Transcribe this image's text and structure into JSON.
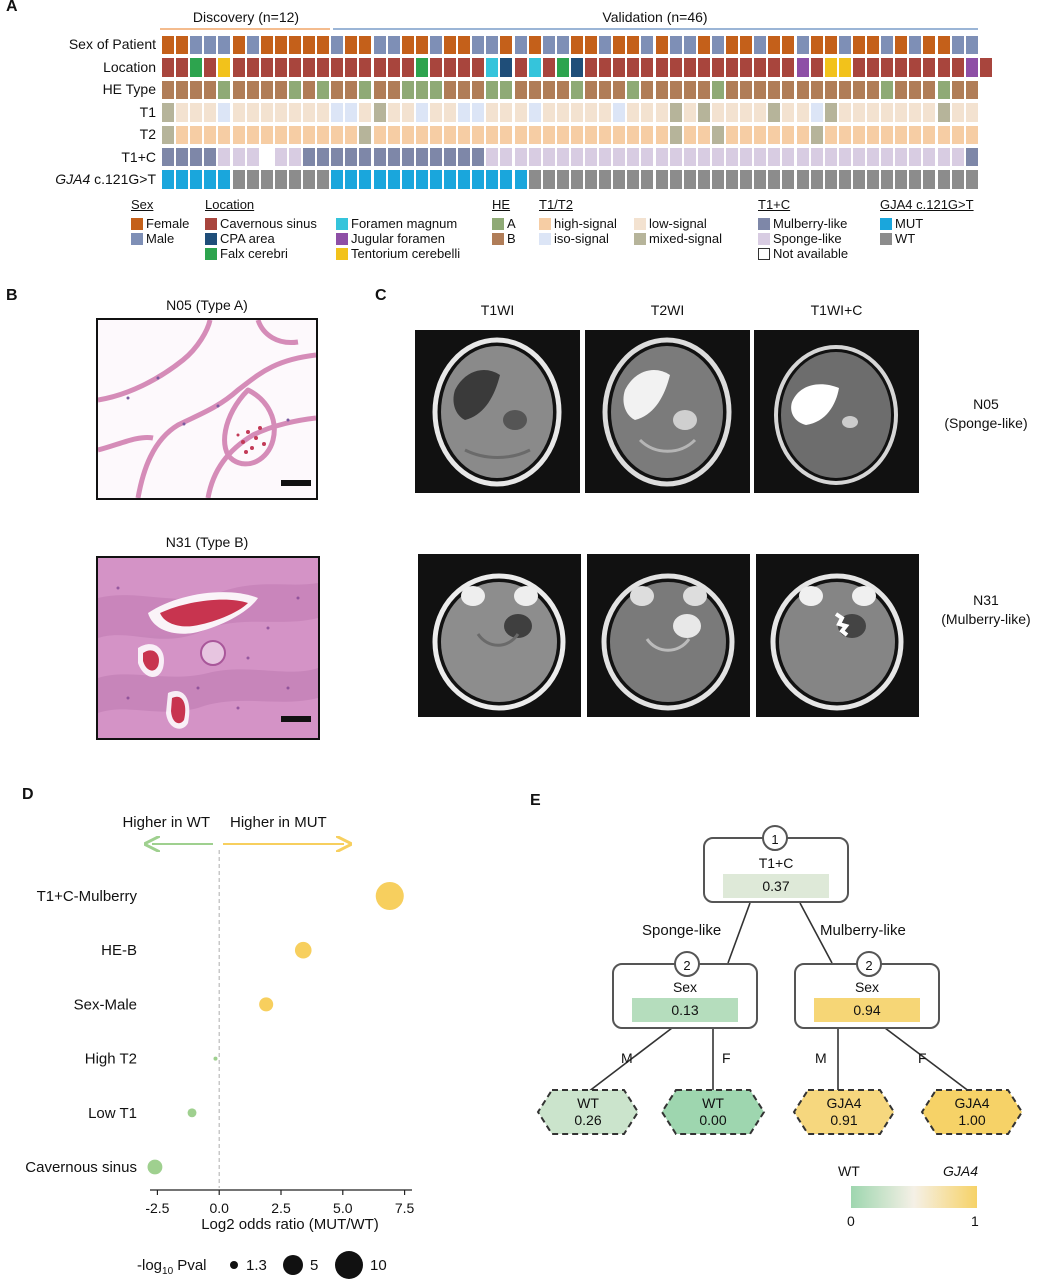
{
  "panelA": {
    "label": "A",
    "groups": [
      {
        "name": "Discovery (n=12)",
        "count": 12,
        "color": "#F4BC8E"
      },
      {
        "name": "Validation (n=46)",
        "count": 46,
        "color": "#9BB5D6"
      }
    ],
    "rows": [
      {
        "label": "Sex of Patient",
        "key": "sex"
      },
      {
        "label": "Location",
        "key": "location"
      },
      {
        "label": "HE Type",
        "key": "he"
      },
      {
        "label": "T1",
        "key": "t1"
      },
      {
        "label": "T2",
        "key": "t2"
      },
      {
        "label": "T1+C",
        "key": "t1c"
      },
      {
        "label_italic": "GJA4",
        "label_rest": " c.121G>T",
        "key": "gja4"
      }
    ],
    "colors": {
      "F": "#C4601A",
      "M": "#7E8FB6",
      "CS": "#A8453D",
      "CPA": "#1F4E79",
      "FC": "#2DA44E",
      "FM": "#35C4DB",
      "JF": "#8E4FA6",
      "TC": "#F2C21B",
      "A": "#8FAA76",
      "B": "#B07D58",
      "H": "#F6CDA4",
      "I": "#DCE5F6",
      "L": "#F3E2D0",
      "X": "#B6B49A",
      "ML": "#7E87A8",
      "SL": "#D8CCE2",
      "NA": "#FFFFFF",
      "MUT": "#1AA6DC",
      "WT": "#8C8C8C"
    },
    "matrix": {
      "sex": "FFMMMFMFFFFFMFFMMFFMFFMMFMFMMFFMFFMFMMFMFFMFFMFFMFFMFMFFMM",
      "location": "CCFCTCCCCCCCCCCCCCFCCCCOPCOCFPCCCCCCCCCCCCCCCJCTTCCCCCCCCJC",
      "he": "BBBBABBBBABABBABBAAABBBAABBBBABBBABBBBBABBBBBBBBBBBABBBABB",
      "t1": "XLLLILLLLLLLIILXLLILLIILLLILLLLLILLLXLXLLLLXLLIXLLLLLLLXLL",
      "t2": "XHHHHHHHHHHHHHXHHHHHHHHHHHHHHHHHHHHHXHHXHHHHHHXHHHHHHHHHHH",
      "t1c": "MMMMSSSNSSMMMMMMMMMMMMMSSSSSSSSSSSSSSSSSSSSSSSSSSSSSSSSSSM",
      "gja4": "UUUUUWWWWWWWUUUUUUUUUUUUUUWWWWWWWWWWWWWWWWWWWWWWWWWWWWWWWW"
    },
    "legend": {
      "sex_title": "Sex",
      "sex_female": "Female",
      "sex_male": "Male",
      "loc_title": "Location",
      "loc_cs": "Cavernous sinus",
      "loc_cpa": "CPA area",
      "loc_fc": "Falx cerebri",
      "loc_fm": "Foramen magnum",
      "loc_jf": "Jugular foramen",
      "loc_tc": "Tentorium cerebelli",
      "he_title": "HE",
      "he_a": "A",
      "he_b": "B",
      "t1t2_title": "T1/T2",
      "t1t2_high": "high-signal",
      "t1t2_iso": "iso-signal",
      "t1t2_low": "low-signal",
      "t1t2_mixed": "mixed-signal",
      "t1c_title": "T1+C",
      "t1c_mul": "Mulberry-like",
      "t1c_spo": "Sponge-like",
      "t1c_na": "Not available",
      "gja_title": "GJA4 c.121G>T",
      "gja_mut": "MUT",
      "gja_wt": "WT"
    }
  },
  "panelB": {
    "label": "B",
    "top_title": "N05 (Type A)",
    "bottom_title": "N31 (Type B)"
  },
  "panelC": {
    "label": "C",
    "columns": [
      "T1WI",
      "T2WI",
      "T1WI+C"
    ],
    "row1_line1": "N05",
    "row1_line2": "(Sponge-like)",
    "row2_line1": "N31",
    "row2_line2": "(Mulberry-like)"
  },
  "panelD": {
    "label": "D",
    "left_arrow": "Higher in WT",
    "right_arrow": "Higher in MUT",
    "size_legend_title_pre": "-log",
    "size_legend_title_sub": "10",
    "size_legend_title_post": " Pval",
    "size_legend_values": [
      "1.3",
      "5",
      "10"
    ]
  },
  "panelE": {
    "label": "E",
    "root": {
      "step": "1",
      "title": "T1+C",
      "value": "0.37"
    },
    "left_branch": "Sponge-like",
    "right_branch": "Mulberry-like",
    "left_node": {
      "step": "2",
      "title": "Sex",
      "value": "0.13"
    },
    "right_node": {
      "step": "2",
      "title": "Sex",
      "value": "0.94"
    },
    "edge_m1": "M",
    "edge_f1": "F",
    "edge_m2": "M",
    "edge_f2": "F",
    "leaf1": {
      "title": "WT",
      "value": "0.26"
    },
    "leaf2": {
      "title": "WT",
      "value": "0.00"
    },
    "leaf3": {
      "title": "GJA4",
      "value": "0.91"
    },
    "leaf4": {
      "title": "GJA4",
      "value": "1.00"
    },
    "scale_left": "WT",
    "scale_right": "GJA4",
    "scale_min": "0",
    "scale_max": "1",
    "color_low": "#9ED6AF",
    "color_high": "#F6D267"
  },
  "chart_data": {
    "type": "scatter",
    "title": "",
    "xlabel": "Log2 odds ratio (MUT/WT)",
    "ylabel": "",
    "xlim": [
      -2.8,
      7.8
    ],
    "xticks": [
      "-2.5",
      "0.0",
      "2.5",
      "5.0",
      "7.5"
    ],
    "categories": [
      "T1+C-Mulberry",
      "HE-B",
      "Sex-Male",
      "High T2",
      "Low T1",
      "Cavernous sinus"
    ],
    "x": [
      6.9,
      3.4,
      1.9,
      -0.15,
      -1.1,
      -2.6
    ],
    "neg_log10_pval": [
      10.0,
      3.5,
      2.5,
      0.2,
      1.0,
      2.8
    ],
    "colors": {
      "positive": "#F7CF5E",
      "negative": "#9FD08F"
    }
  }
}
